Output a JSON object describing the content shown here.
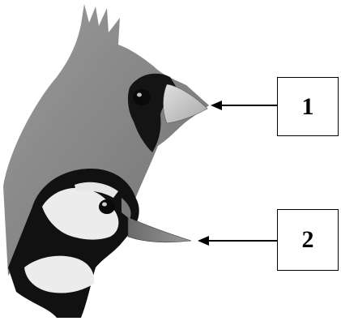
{
  "labels": [
    {
      "id": "1",
      "text": "1",
      "points_to": "cardinal-beak"
    },
    {
      "id": "2",
      "text": "2",
      "points_to": "woodpecker-beak"
    }
  ],
  "colors": {
    "background": "#ffffff",
    "outline": "#000000",
    "cardinal_body": "#8a8a8a",
    "cardinal_mask": "#141414",
    "beak": "#c8c8c8",
    "woodpecker_dark": "#111111",
    "woodpecker_light": "#ececec"
  }
}
